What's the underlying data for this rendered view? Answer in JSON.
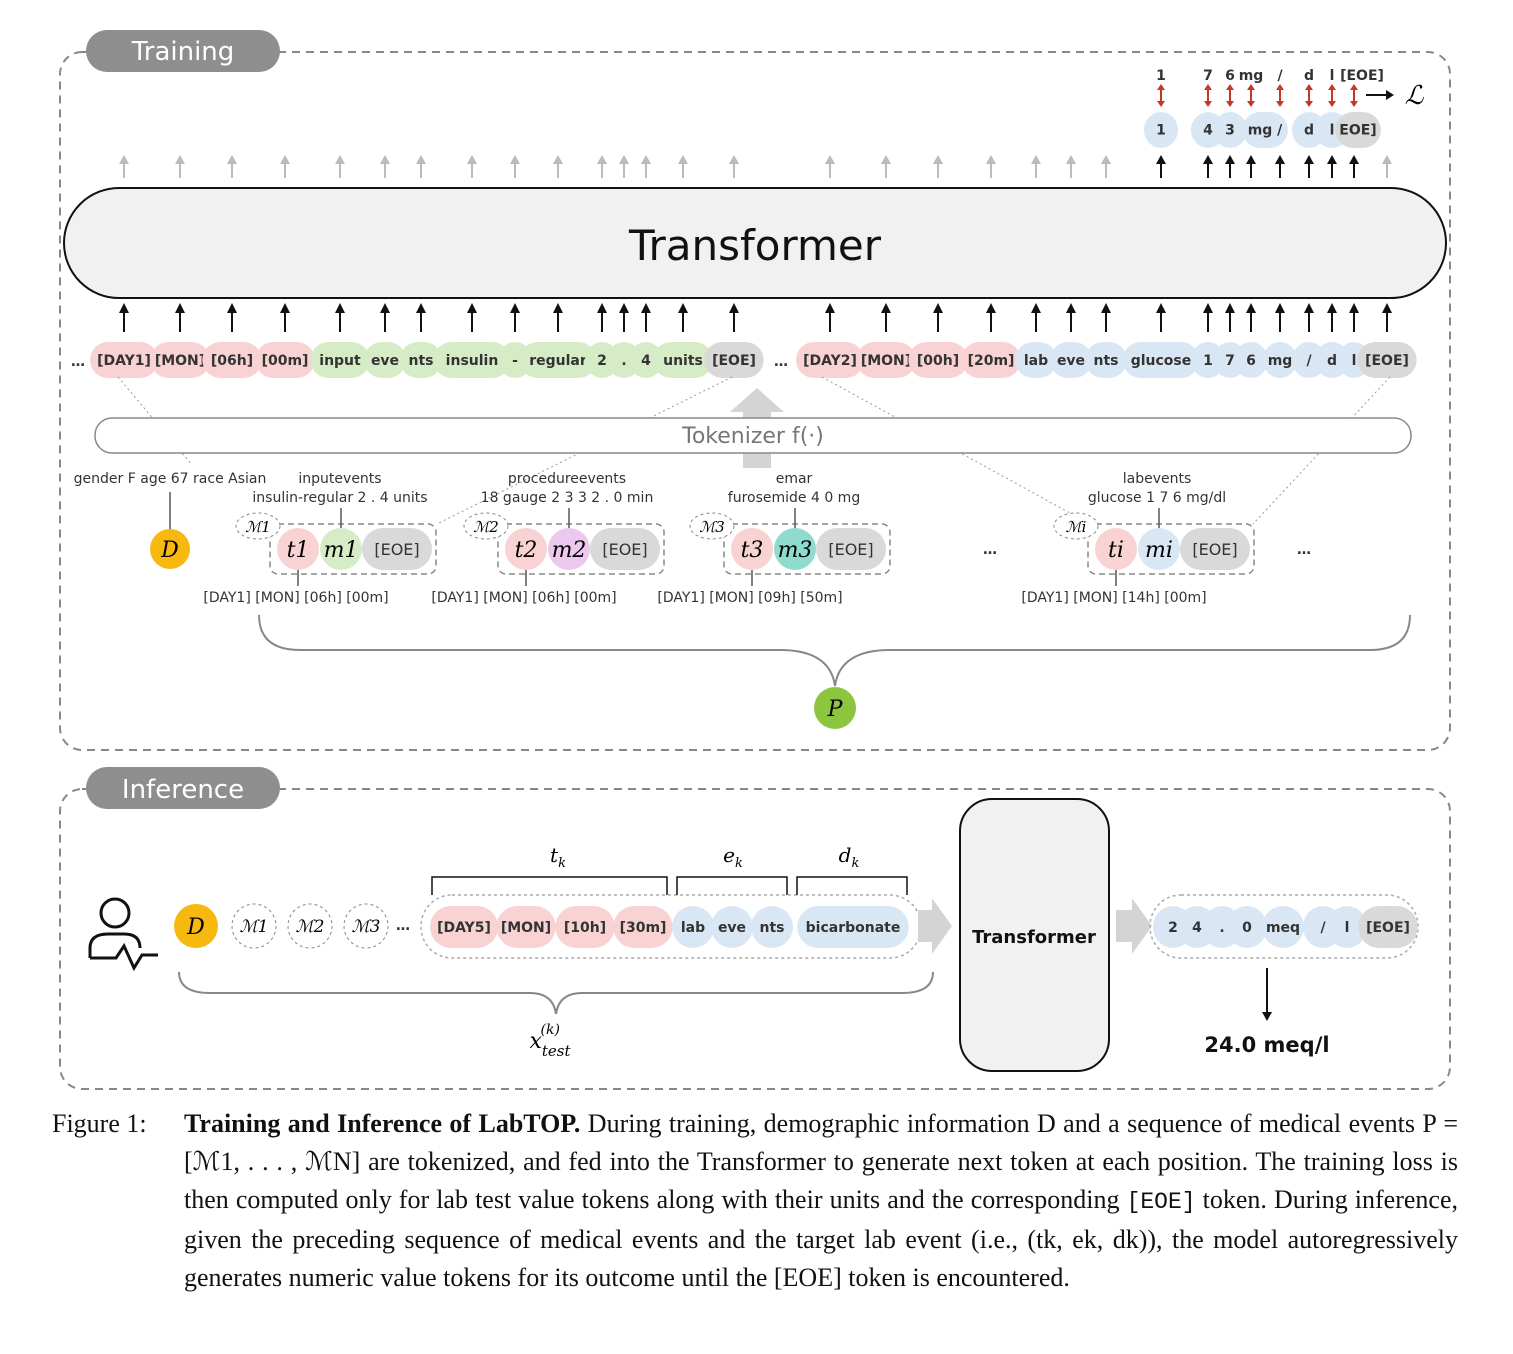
{
  "sections": {
    "training": "Training",
    "inference": "Inference"
  },
  "colors": {
    "time": "#f9d3d3",
    "input": "#d6ecc6",
    "lab": "#d9e7f5",
    "eoe": "#d9d9d9",
    "proc": "#ecc8ef",
    "emar": "#8fdccf",
    "demo": "#f7b90f",
    "patient": "#8cc63f"
  },
  "training": {
    "transformer": "Transformer",
    "tokenizer": "Tokenizer f(·)",
    "loss": "ℒ",
    "ellipsis": "…",
    "tokens_left": [
      {
        "t": "[DAY1]",
        "c": "time"
      },
      {
        "t": "[MON]",
        "c": "time"
      },
      {
        "t": "[06h]",
        "c": "time"
      },
      {
        "t": "[00m]",
        "c": "time"
      },
      {
        "t": "input",
        "c": "input"
      },
      {
        "t": "eve",
        "c": "input"
      },
      {
        "t": "nts",
        "c": "input"
      },
      {
        "t": "insulin",
        "c": "input"
      },
      {
        "t": "-",
        "c": "input"
      },
      {
        "t": "regular",
        "c": "input"
      },
      {
        "t": "2",
        "c": "input"
      },
      {
        "t": ".",
        "c": "input"
      },
      {
        "t": "4",
        "c": "input"
      },
      {
        "t": "units",
        "c": "input"
      },
      {
        "t": "[EOE]",
        "c": "eoe"
      }
    ],
    "tokens_right": [
      {
        "t": "[DAY2]",
        "c": "time"
      },
      {
        "t": "[MON]",
        "c": "time"
      },
      {
        "t": "[00h]",
        "c": "time"
      },
      {
        "t": "[20m]",
        "c": "time"
      },
      {
        "t": "lab",
        "c": "lab"
      },
      {
        "t": "eve",
        "c": "lab"
      },
      {
        "t": "nts",
        "c": "lab"
      },
      {
        "t": "glucose",
        "c": "lab"
      },
      {
        "t": "1",
        "c": "lab"
      },
      {
        "t": "7",
        "c": "lab"
      },
      {
        "t": "6",
        "c": "lab"
      },
      {
        "t": "mg",
        "c": "lab"
      },
      {
        "t": "/",
        "c": "lab"
      },
      {
        "t": "d",
        "c": "lab"
      },
      {
        "t": "l",
        "c": "lab"
      },
      {
        "t": "[EOE]",
        "c": "eoe"
      }
    ],
    "targets": [
      "1",
      "7",
      "6",
      "mg",
      "/",
      "d",
      "l",
      "[EOE]"
    ],
    "predictions": [
      {
        "t": "1",
        "c": "lab"
      },
      {
        "t": "4",
        "c": "lab"
      },
      {
        "t": "3",
        "c": "lab"
      },
      {
        "t": "mg /",
        "c": "lab"
      },
      {
        "t": "d",
        "c": "lab"
      },
      {
        "t": "l",
        "c": "lab"
      },
      {
        "t": "EOE]",
        "c": "eoe"
      }
    ],
    "demographics": "gender F age 67 race Asian",
    "demo_symbol": "D",
    "patient_symbol": "P",
    "events": [
      {
        "type": "inputevents",
        "detail": "insulin-regular 2 . 4 units",
        "time": "[DAY1] [MON] [06h] [00m]",
        "mlabel": "ℳ1",
        "t": "t1",
        "m": "m1",
        "mcolor": "input"
      },
      {
        "type": "procedureevents",
        "detail": "18 gauge 2 3 3 2 . 0 min",
        "time": "[DAY1] [MON] [06h] [00m]",
        "mlabel": "ℳ2",
        "t": "t2",
        "m": "m2",
        "mcolor": "proc"
      },
      {
        "type": "emar",
        "detail": "furosemide 4 0 mg",
        "time": "[DAY1] [MON] [09h] [50m]",
        "mlabel": "ℳ3",
        "t": "t3",
        "m": "m3",
        "mcolor": "emar"
      },
      {
        "type": "labevents",
        "detail": "glucose 1 7 6 mg/dl",
        "time": "[DAY1] [MON] [14h] [00m]",
        "mlabel": "ℳi",
        "t": "ti",
        "m": "mi",
        "mcolor": "lab"
      }
    ],
    "eoe": "[EOE]"
  },
  "inference": {
    "transformer": "Transformer",
    "demo_symbol": "D",
    "memories": [
      "ℳ1",
      "ℳ2",
      "ℳ3"
    ],
    "ellipsis": "…",
    "tokens": [
      {
        "t": "[DAY5]",
        "c": "time"
      },
      {
        "t": "[MON]",
        "c": "time"
      },
      {
        "t": "[10h]",
        "c": "time"
      },
      {
        "t": "[30m]",
        "c": "time"
      },
      {
        "t": "lab",
        "c": "lab"
      },
      {
        "t": "eve",
        "c": "lab"
      },
      {
        "t": "nts",
        "c": "lab"
      },
      {
        "t": "bicarbonate",
        "c": "lab"
      }
    ],
    "brace_labels": [
      "tk",
      "ek",
      "dk"
    ],
    "input_label": "x_test^(k)",
    "output_tokens": [
      {
        "t": "2",
        "c": "lab"
      },
      {
        "t": "4",
        "c": "lab"
      },
      {
        "t": ".",
        "c": "lab"
      },
      {
        "t": "0",
        "c": "lab"
      },
      {
        "t": "meq",
        "c": "lab"
      },
      {
        "t": "/",
        "c": "lab"
      },
      {
        "t": "l",
        "c": "lab"
      },
      {
        "t": "[EOE]",
        "c": "eoe"
      }
    ],
    "result": "24.0 meq/l"
  },
  "caption": {
    "prefix": "Figure 1:",
    "title": "Training and Inference of LabTOP.",
    "part1": " During training, demographic information D and a sequence of medical events P = [ℳ1, . . . , ℳN] are tokenized, and fed into the Transformer to generate next token at each position. The training loss is then computed only for lab test value tokens along with their units and the corresponding ",
    "code": "[EOE]",
    "part2": " token. During inference, given the preceding sequence of medical events and the target lab event (i.e., (tk, ek, dk)), the model autoregressively generates numeric value tokens for its outcome until the [EOE] token is encountered."
  }
}
